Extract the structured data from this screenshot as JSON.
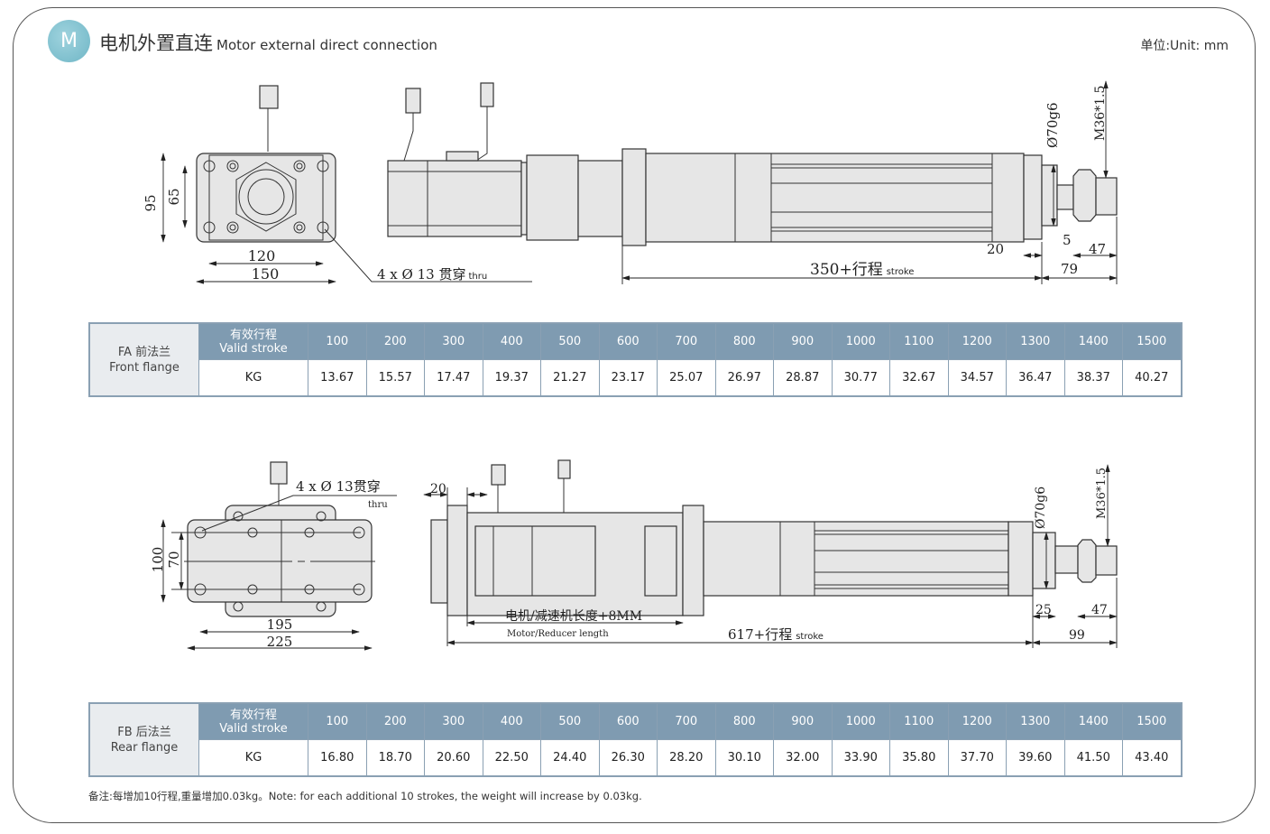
{
  "header": {
    "badge": "M",
    "title_cn": "电机外置直连",
    "title_en": "Motor external direct connection",
    "unit": "单位:Unit: mm"
  },
  "drawing_fa": {
    "dim_95": "95",
    "dim_65": "65",
    "dim_120": "120",
    "dim_150": "150",
    "holes": "4 x Ø 13 贯穿",
    "thru": "thru",
    "stroke_len": "350+行程",
    "stroke": "stroke",
    "dim_20": "20",
    "dim_5": "5",
    "dim_47": "47",
    "dim_79": "79",
    "dia": "Ø70g6",
    "thread": "M36*1.5"
  },
  "table_fa": {
    "label_cn": "FA 前法兰",
    "label_en": "Front flange",
    "head_cn": "有效行程",
    "head_en": "Valid stroke",
    "row_label": "KG",
    "strokes": [
      "100",
      "200",
      "300",
      "400",
      "500",
      "600",
      "700",
      "800",
      "900",
      "1000",
      "1100",
      "1200",
      "1300",
      "1400",
      "1500"
    ],
    "weights": [
      "13.67",
      "15.57",
      "17.47",
      "19.37",
      "21.27",
      "23.17",
      "25.07",
      "26.97",
      "28.87",
      "30.77",
      "32.67",
      "34.57",
      "36.47",
      "38.37",
      "40.27"
    ]
  },
  "drawing_fb": {
    "dim_100": "100",
    "dim_70": "70",
    "dim_195": "195",
    "dim_225": "225",
    "holes": "4 x Ø 13贯穿",
    "thru": "thru",
    "dim_20": "20",
    "motor_len": "电机/减速机长度+8MM",
    "motor_len_en": "Motor/Reducer length",
    "stroke_len": "617+行程",
    "stroke": "stroke",
    "dim_25": "25",
    "dim_47": "47",
    "dim_99": "99",
    "dia": "Ø70g6",
    "thread": "M36*1.5"
  },
  "table_fb": {
    "label_cn": "FB 后法兰",
    "label_en": "Rear flange",
    "head_cn": "有效行程",
    "head_en": "Valid stroke",
    "row_label": "KG",
    "strokes": [
      "100",
      "200",
      "300",
      "400",
      "500",
      "600",
      "700",
      "800",
      "900",
      "1000",
      "1100",
      "1200",
      "1300",
      "1400",
      "1500"
    ],
    "weights": [
      "16.80",
      "18.70",
      "20.60",
      "22.50",
      "24.40",
      "26.30",
      "28.20",
      "30.10",
      "32.00",
      "33.90",
      "35.80",
      "37.70",
      "39.60",
      "41.50",
      "43.40"
    ]
  },
  "note": "备注:每增加10行程,重量增加0.03kg。Note: for each additional 10 strokes, the weight will increase by 0.03kg."
}
